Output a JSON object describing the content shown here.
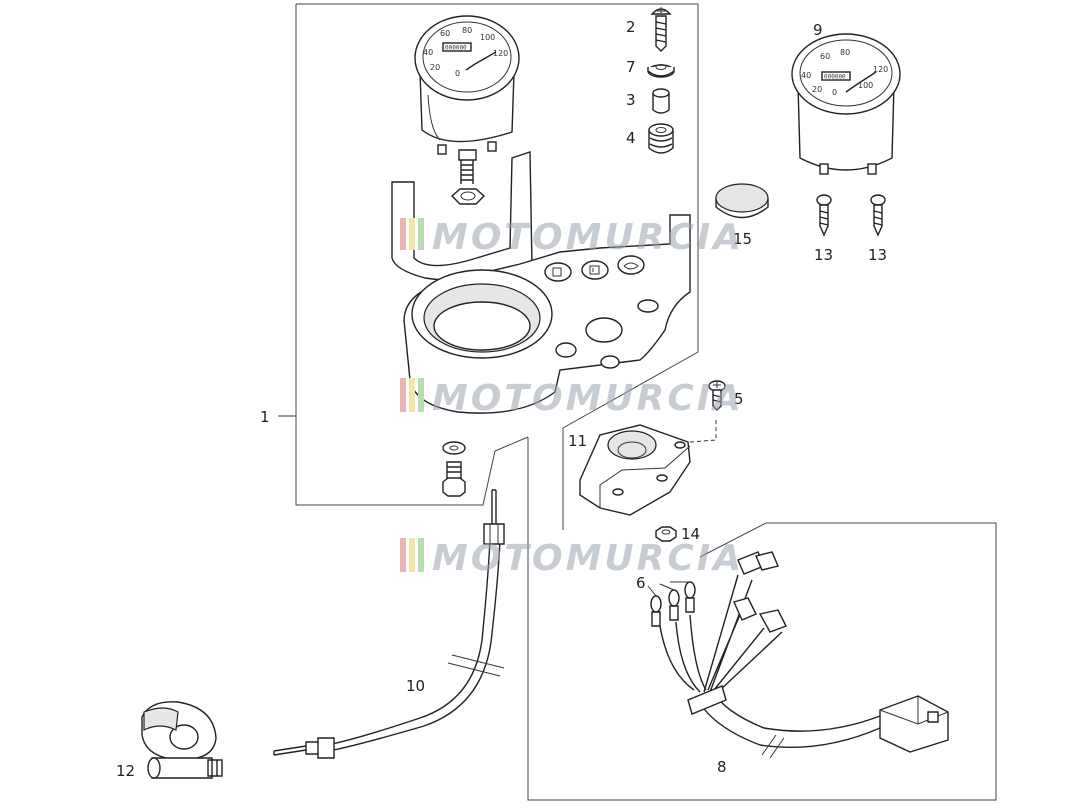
{
  "callouts": {
    "c1": "1",
    "c2": "2",
    "c3": "3",
    "c4": "4",
    "c5": "5",
    "c6": "6",
    "c7": "7",
    "c8": "8",
    "c9": "9",
    "c10": "10",
    "c11": "11",
    "c12": "12",
    "c13a": "13",
    "c13b": "13",
    "c14": "14",
    "c15": "15"
  },
  "speedometer": {
    "scale": [
      "0",
      "20",
      "40",
      "60",
      "80",
      "100",
      "120"
    ],
    "odometer": "000000"
  },
  "watermark": {
    "text": "MOTOMURCIA",
    "bar_colors": [
      "#e8b4b4",
      "#f2e6a6",
      "#b9dcb4"
    ]
  }
}
